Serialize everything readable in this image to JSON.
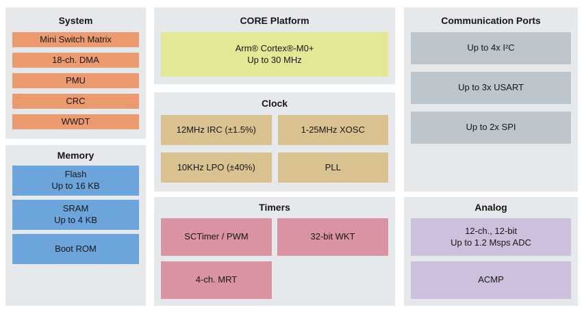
{
  "colors": {
    "page_bg": "#FFFFFF",
    "panel_bg": "#E5E9EB",
    "text": "#161616",
    "system_block": "#EB9B6E",
    "memory_block": "#6BA5DB",
    "core_block": "#E4E794",
    "clock_block": "#D9C28F",
    "timers_block": "#DA93A0",
    "comm_block": "#BDC5CD",
    "analog_block": "#CCC0DC"
  },
  "sections": [
    {
      "title": "System",
      "block_color": "#EB9B6E",
      "blocks": [
        "Mini Switch Matrix",
        "18-ch. DMA",
        "PMU",
        "CRC",
        "WWDT"
      ]
    },
    {
      "title": "Memory",
      "block_color": "#6BA5DB",
      "blocks": [
        "Flash\nUp to 16 KB",
        "SRAM\nUp to 4 KB",
        "Boot ROM"
      ]
    },
    {
      "title": "CORE Platform",
      "block_color": "#E4E794",
      "blocks": [
        "Arm® Cortex®-M0+\nUp to 30 MHz"
      ]
    },
    {
      "title": "Clock",
      "block_color": "#D9C28F",
      "blocks": [
        "12MHz IRC (±1.5%)",
        "1-25MHz XOSC",
        "10KHz LPO (±40%)",
        "PLL"
      ]
    },
    {
      "title": "Timers",
      "block_color": "#DA93A0",
      "blocks": [
        "SCTimer / PWM",
        "32-bit WKT",
        "4-ch. MRT"
      ]
    },
    {
      "title": "Communication Ports",
      "block_color": "#BDC5CD",
      "blocks": [
        "Up to 4x I²C",
        "Up to 3x USART",
        "Up to 2x SPI"
      ]
    },
    {
      "title": "Analog",
      "block_color": "#CCC0DC",
      "blocks": [
        "12-ch., 12-bit\nUp to 1.2 Msps ADC",
        "ACMP"
      ]
    }
  ]
}
